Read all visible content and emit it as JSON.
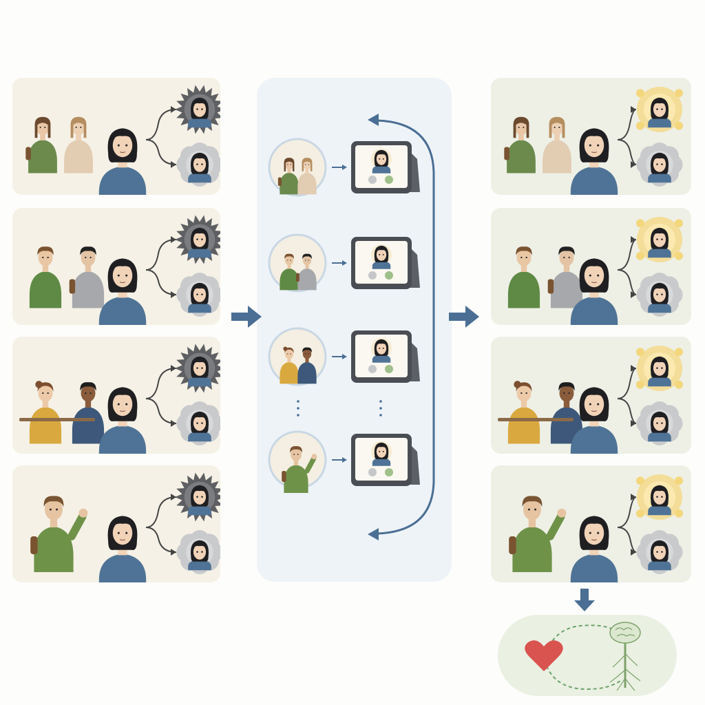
{
  "colors": {
    "left_panel_bg": "#f5f1e6",
    "right_panel_bg": "#eef0e6",
    "middle_bg": "#eef3f8",
    "arrow_blue": "#4a6e94",
    "woman_shirt": "#4f7396",
    "hair": "#1f1f22",
    "skin": "#f1d3b8",
    "negative_burst": "#5e5f62",
    "neutral_cloud": "#c9cacc",
    "positive_glow": "#f4d77d",
    "heart": "#d9534f",
    "nerve_green": "#7ea26c"
  },
  "diagram": {
    "scenarios": [
      {
        "name": "two-women-talking"
      },
      {
        "name": "two-men-with-phone"
      },
      {
        "name": "cafe-conversation"
      },
      {
        "name": "man-waving"
      }
    ],
    "before_states": [
      "threat-burst",
      "neutral-cloud"
    ],
    "after_states": [
      "warm-glow",
      "neutral-cloud"
    ],
    "training_loop_steps": 4,
    "outcome_icons": [
      "heart-icon",
      "brain-nerve-icon"
    ]
  }
}
